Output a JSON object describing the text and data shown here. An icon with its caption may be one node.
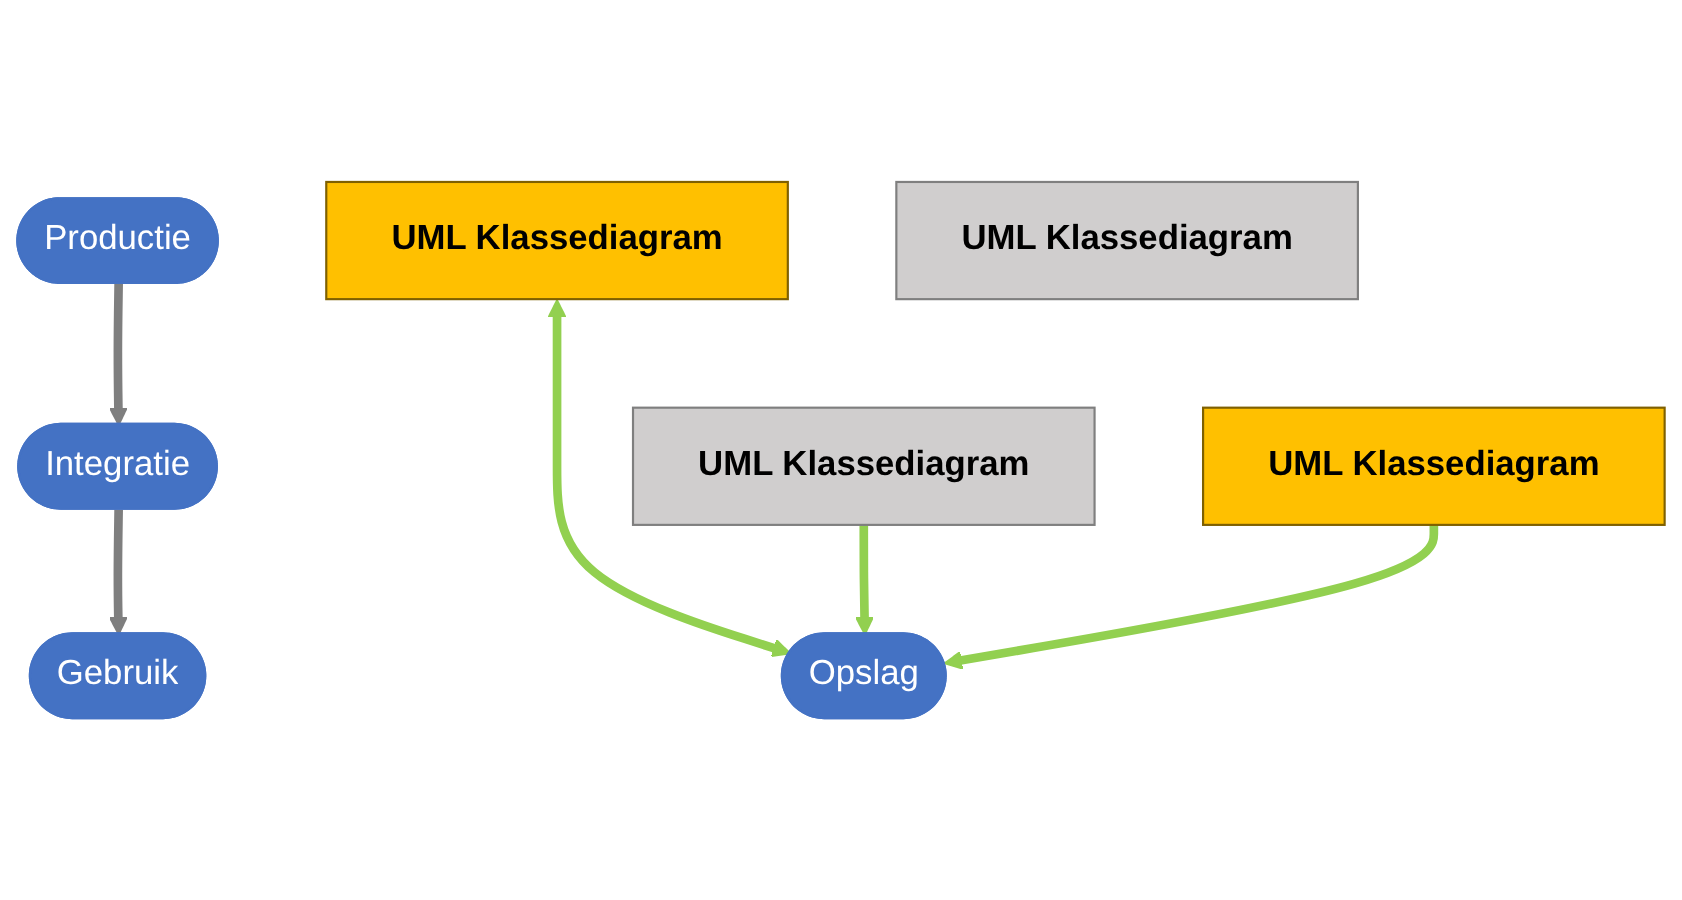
{
  "diagram": {
    "nodes": [
      {
        "text": [
          "Productie"
        ]
      },
      {
        "text": [
          "UML Klassediagram"
        ]
      },
      {
        "text": [
          "Integratie"
        ]
      },
      {
        "text": [
          "UML Klassediagram"
        ]
      },
      {
        "text": [
          "Gebruik"
        ]
      },
      {
        "text": [
          "UML Klassediagram"
        ]
      },
      {
        "text": [
          "Opslag"
        ]
      },
      {
        "text": [
          "UML Klassediagram"
        ]
      }
    ],
    "edges": [
      {
        "from": 0,
        "to": 2,
        "arrow": "to",
        "color": "#7f7f7f"
      },
      {
        "from": 2,
        "to": 4,
        "arrow": "to",
        "color": "#7f7f7f"
      },
      {
        "from": 1,
        "to": 6,
        "arrow": "both"
      },
      {
        "from": 3,
        "to": 6,
        "arrow": "to"
      },
      {
        "from": 5,
        "to": 6,
        "arrow": "to"
      }
    ]
  }
}
